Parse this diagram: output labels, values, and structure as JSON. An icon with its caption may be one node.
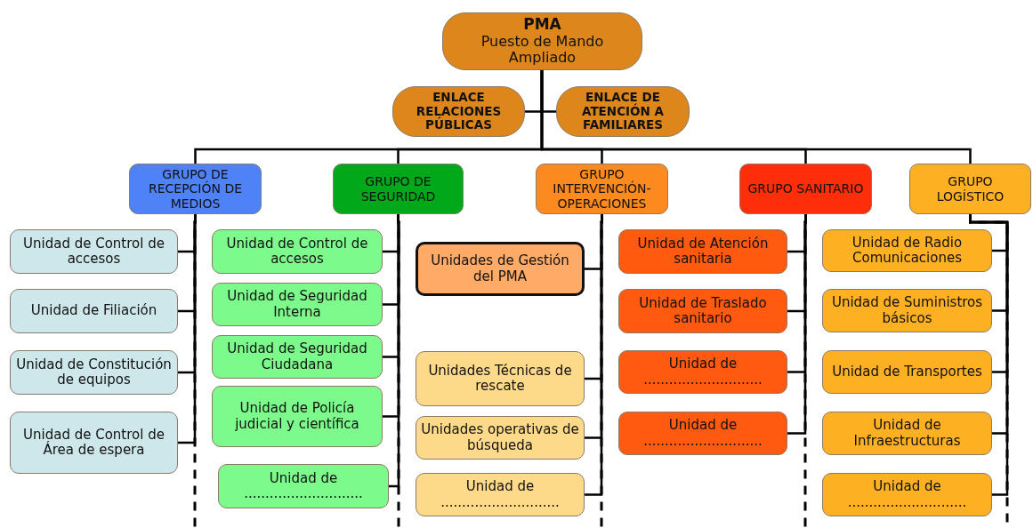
{
  "diagram": {
    "nodes": [
      {
        "text": [
          "PMA",
          "Puesto de Mando Ampliado"
        ]
      },
      {
        "text": [
          "ENLACE RELACIONES PÚBLICAS"
        ]
      },
      {
        "text": [
          "ENLACE DE ATENCIÓN A FAMILIARES"
        ]
      },
      {
        "text": [
          "GRUPO DE RECEPCIÓN DE MEDIOS"
        ]
      },
      {
        "text": [
          "GRUPO DE SEGURIDAD"
        ]
      },
      {
        "text": [
          "GRUPO INTERVENCIÓN-OPERACIONES"
        ]
      },
      {
        "text": [
          "GRUPO SANITARIO"
        ]
      },
      {
        "text": [
          "GRUPO LOGÍSTICO"
        ]
      },
      {
        "text": [
          "Unidad de Control de accesos"
        ]
      },
      {
        "text": [
          "Unidad de Filiación"
        ]
      },
      {
        "text": [
          "Unidad de Constitución de equipos"
        ]
      },
      {
        "text": [
          "Unidad de Control de Área de espera"
        ]
      },
      {
        "text": [
          "Unidad de Control de accesos"
        ]
      },
      {
        "text": [
          "Unidad de Seguridad Interna"
        ]
      },
      {
        "text": [
          "Unidad de Seguridad Ciudadana"
        ]
      },
      {
        "text": [
          "Unidad de Policía judicial y científica"
        ]
      },
      {
        "text": [
          "Unidad de ............................"
        ]
      },
      {
        "text": [
          "Unidades de Gestión del PMA"
        ]
      },
      {
        "text": [
          "Unidades Técnicas de rescate"
        ]
      },
      {
        "text": [
          "Unidades operativas de búsqueda"
        ]
      },
      {
        "text": [
          "Unidad de ............................"
        ]
      },
      {
        "text": [
          "Unidad de Atención sanitaria"
        ]
      },
      {
        "text": [
          "Unidad de Traslado sanitario"
        ]
      },
      {
        "text": [
          "Unidad de ............................"
        ]
      },
      {
        "text": [
          "Unidad de ............................"
        ]
      },
      {
        "text": [
          "Unidad de Radio Comunicaciones"
        ]
      },
      {
        "text": [
          "Unidad de Suministros básicos"
        ]
      },
      {
        "text": [
          "Unidad de Transportes"
        ]
      },
      {
        "text": [
          "Unidad de Infraestructuras"
        ]
      },
      {
        "text": [
          "Unidad de ............................"
        ]
      }
    ],
    "edges": [
      {
        "from": 0,
        "to": 1,
        "arrow": "none"
      },
      {
        "from": 0,
        "to": 2,
        "arrow": "none"
      },
      {
        "from": 0,
        "to": 3,
        "arrow": "none"
      },
      {
        "from": 0,
        "to": 4,
        "arrow": "none"
      },
      {
        "from": 0,
        "to": 5,
        "arrow": "none"
      },
      {
        "from": 0,
        "to": 6,
        "arrow": "none"
      },
      {
        "from": 0,
        "to": 7,
        "arrow": "none"
      },
      {
        "from": 3,
        "to": 8,
        "arrow": "none"
      },
      {
        "from": 3,
        "to": 9,
        "arrow": "none"
      },
      {
        "from": 3,
        "to": 10,
        "arrow": "none"
      },
      {
        "from": 3,
        "to": 11,
        "arrow": "none"
      },
      {
        "from": 4,
        "to": 12,
        "arrow": "none"
      },
      {
        "from": 4,
        "to": 13,
        "arrow": "none"
      },
      {
        "from": 4,
        "to": 14,
        "arrow": "none"
      },
      {
        "from": 4,
        "to": 15,
        "arrow": "none"
      },
      {
        "from": 4,
        "to": 16,
        "arrow": "none"
      },
      {
        "from": 5,
        "to": 17,
        "arrow": "none"
      },
      {
        "from": 5,
        "to": 18,
        "arrow": "none"
      },
      {
        "from": 5,
        "to": 19,
        "arrow": "none"
      },
      {
        "from": 5,
        "to": 20,
        "arrow": "none"
      },
      {
        "from": 6,
        "to": 21,
        "arrow": "none"
      },
      {
        "from": 6,
        "to": 22,
        "arrow": "none"
      },
      {
        "from": 6,
        "to": 23,
        "arrow": "none"
      },
      {
        "from": 6,
        "to": 24,
        "arrow": "none"
      },
      {
        "from": 7,
        "to": 25,
        "arrow": "none"
      },
      {
        "from": 7,
        "to": 26,
        "arrow": "none"
      },
      {
        "from": 7,
        "to": 27,
        "arrow": "none"
      },
      {
        "from": 7,
        "to": 28,
        "arrow": "none"
      },
      {
        "from": 7,
        "to": 29,
        "arrow": "none"
      },
      {
        "from": 3,
        "to": null,
        "arrow": "none",
        "style": "dashed"
      },
      {
        "from": 4,
        "to": null,
        "arrow": "none",
        "style": "dashed"
      },
      {
        "from": 5,
        "to": null,
        "arrow": "none",
        "style": "dashed"
      },
      {
        "from": 6,
        "to": null,
        "arrow": "none",
        "style": "dashed"
      },
      {
        "from": 7,
        "to": null,
        "arrow": "none",
        "style": "dashed"
      }
    ]
  }
}
